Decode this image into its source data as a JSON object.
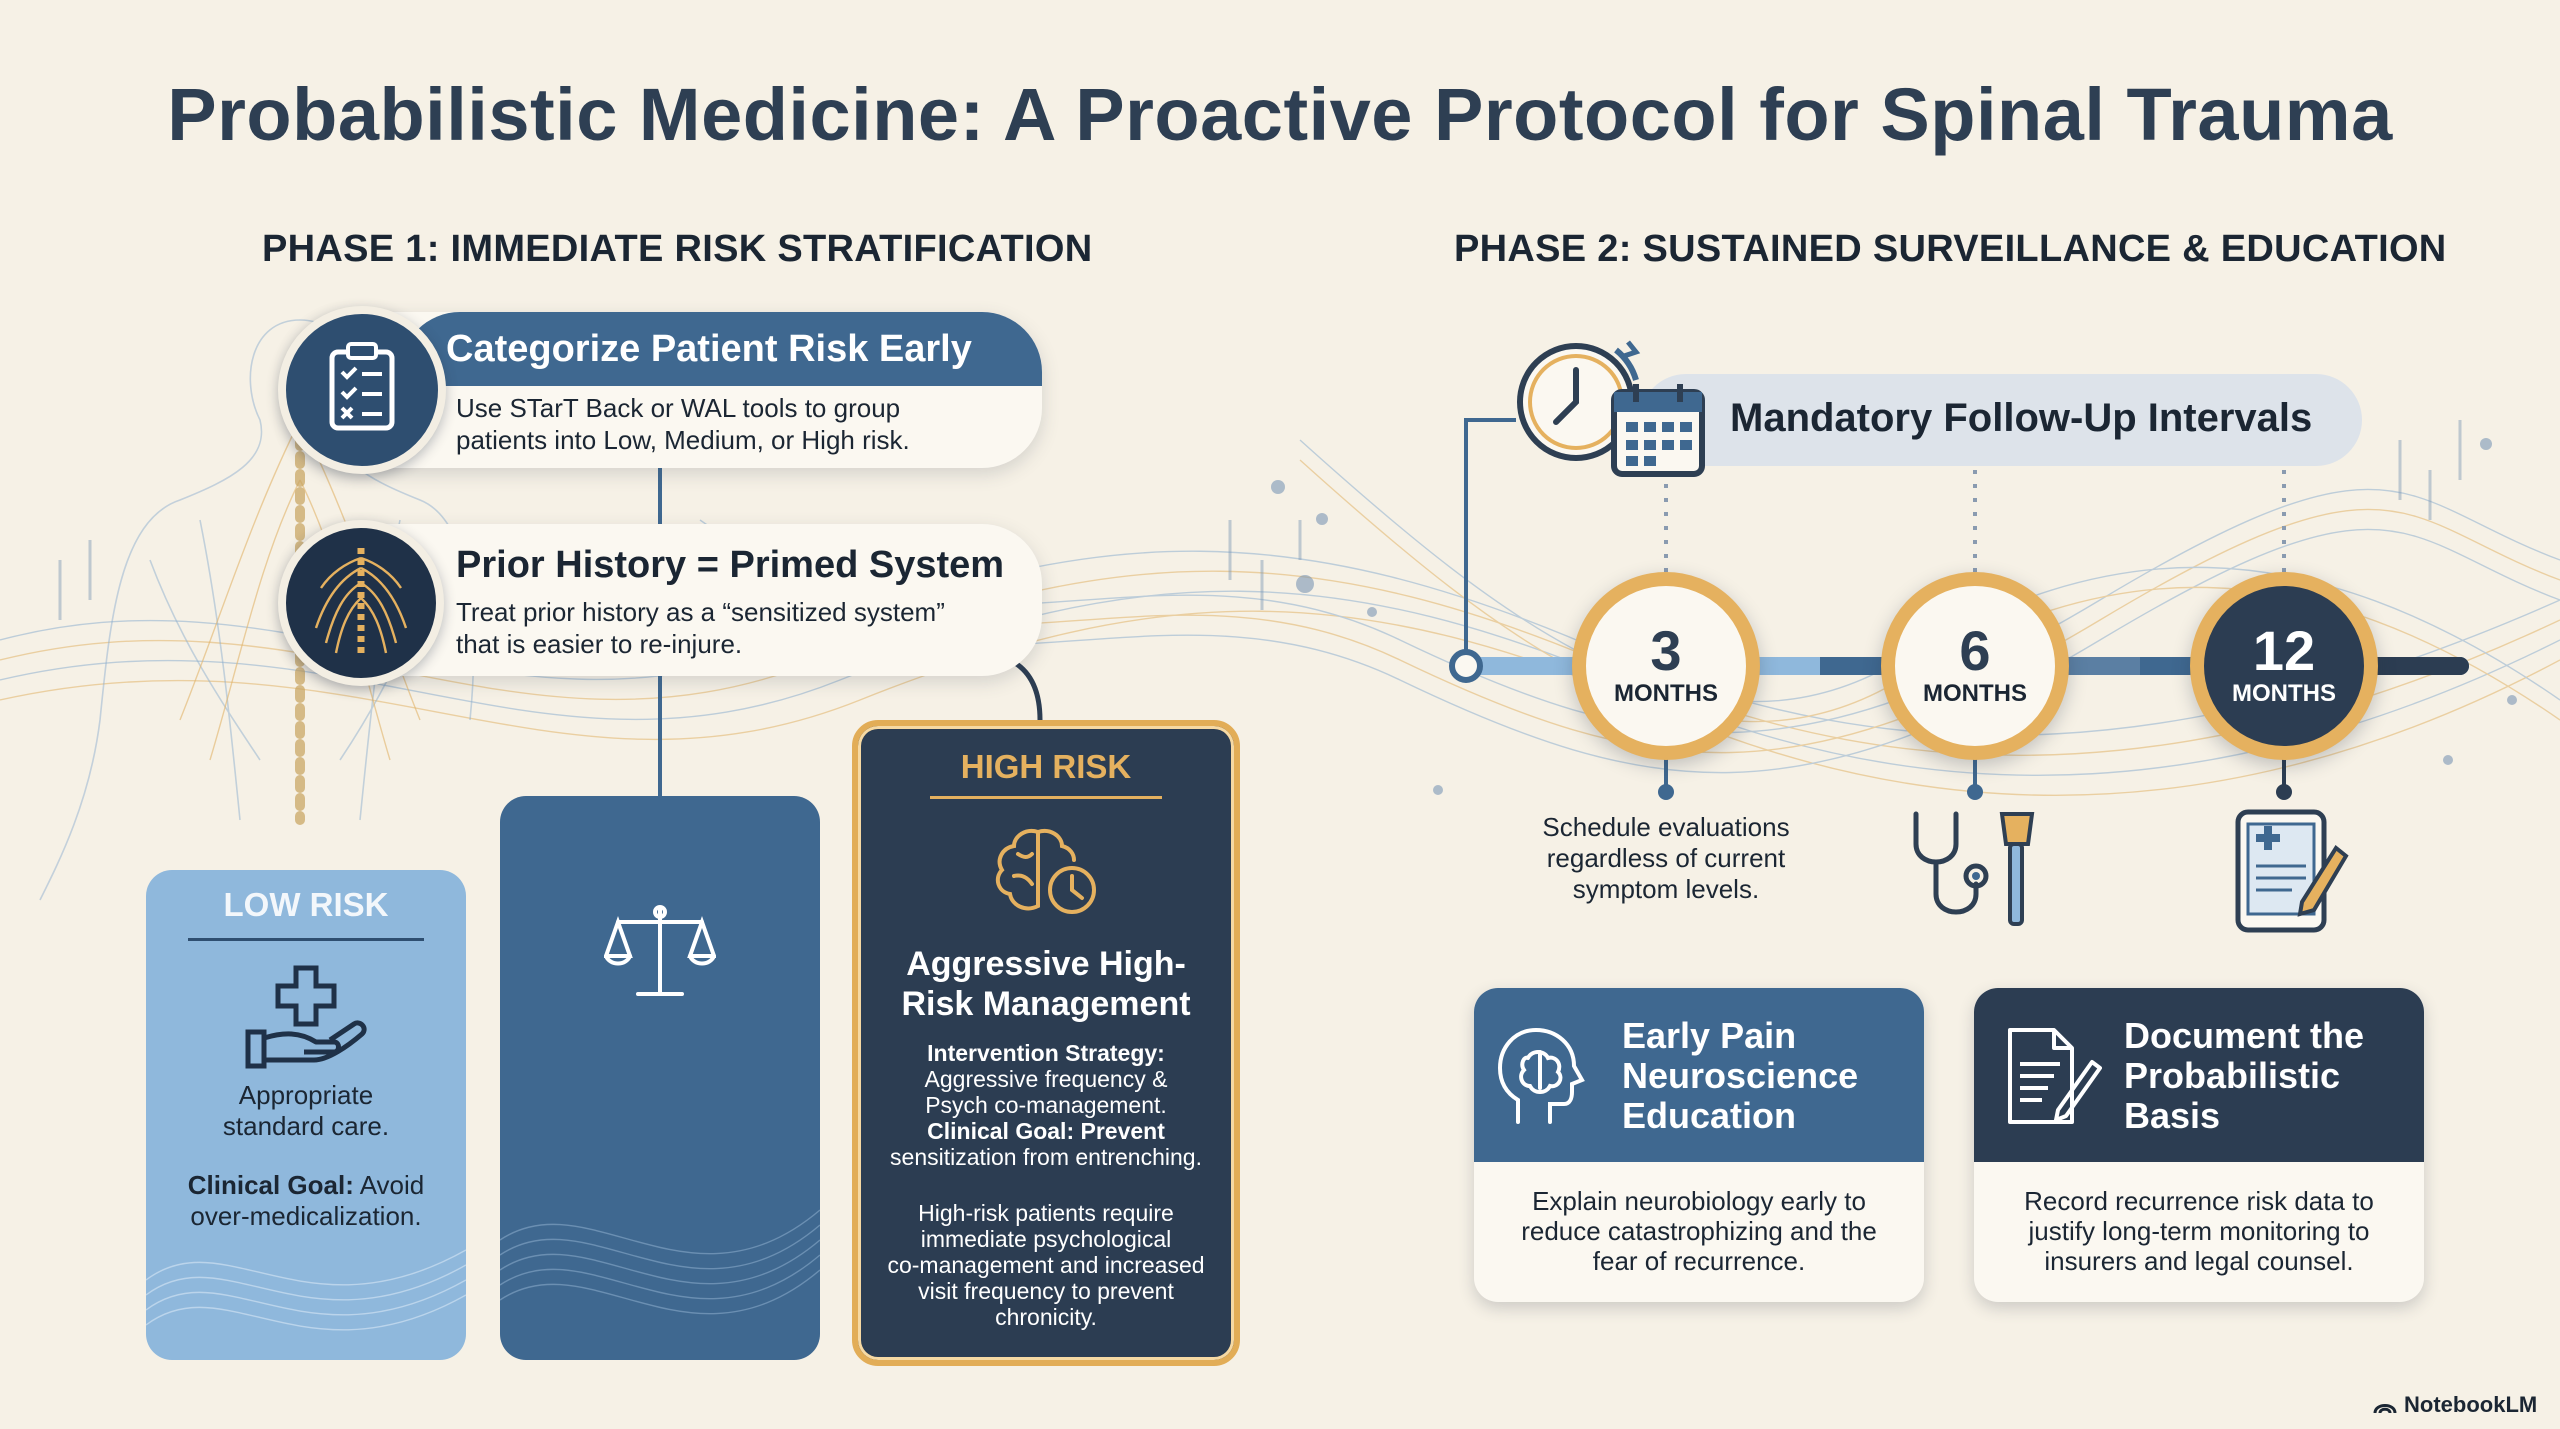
{
  "title": "Probabilistic Medicine: A Proactive Protocol for Spinal Trauma",
  "phase1": {
    "title": "PHASE 1: IMMEDIATE RISK STRATIFICATION",
    "card1": {
      "title": "Categorize Patient Risk Early",
      "text_line1": "Use STarT Back or WAL tools to group",
      "text_line2": "patients into Low, Medium, or High risk.",
      "icon": "clipboard-checklist-icon"
    },
    "card2": {
      "title": "Prior History = Primed System",
      "text_line1": "Treat prior history as a “sensitized system”",
      "text_line2": "that is easier to re-injure.",
      "icon": "spine-nerves-icon"
    },
    "low_risk": {
      "label": "LOW RISK",
      "icon": "hand-medical-cross-icon",
      "line1": "Appropriate",
      "line2": "standard care.",
      "goal_label": "Clinical Goal:",
      "goal_line1": "Avoid",
      "goal_line2": "over-medicalization."
    },
    "medium_risk": {
      "icon": "balance-scale-icon"
    },
    "high_risk": {
      "label": "HIGH RISK",
      "icon": "brain-clock-icon",
      "heading_line1": "Aggressive High-",
      "heading_line2": "Risk Management",
      "strategy_label": "Intervention Strategy:",
      "strategy_line1": "Aggressive frequency &",
      "strategy_line2": "Psych co-management.",
      "goal_label": "Clinical Goal: Prevent",
      "goal_line": "sensitization from entrenching.",
      "note_line1": "High-risk patients require",
      "note_line2": "immediate psychological",
      "note_line3": "co-management and increased",
      "note_line4": "visit frequency to prevent",
      "note_line5": "chronicity."
    }
  },
  "phase2": {
    "title": "PHASE 2: SUSTAINED SURVEILLANCE & EDUCATION",
    "followup_title": "Mandatory Follow-Up Intervals",
    "followup_icons": [
      "clock-icon",
      "calendar-icon"
    ],
    "intervals": [
      {
        "num": "3",
        "unit": "MONTHS"
      },
      {
        "num": "6",
        "unit": "MONTHS"
      },
      {
        "num": "12",
        "unit": "MONTHS"
      }
    ],
    "schedule_line1": "Schedule evaluations",
    "schedule_line2": "regardless of current",
    "schedule_line3": "symptom levels.",
    "interval_icons": [
      "stethoscope-reflex-hammer-icon",
      "tablet-medical-record-icon"
    ],
    "card_education": {
      "title_line1": "Early Pain",
      "title_line2": "Neuroscience",
      "title_line3": "Education",
      "body_line1": "Explain neurobiology early to",
      "body_line2": "reduce catastrophizing and the",
      "body_line3": "fear of recurrence.",
      "icon": "head-brain-icon"
    },
    "card_document": {
      "title_line1": "Document the",
      "title_line2": "Probabilistic",
      "title_line3": "Basis",
      "body_line1": "Record recurrence risk data to",
      "body_line2": "justify long-term monitoring to",
      "body_line3": "insurers and legal counsel.",
      "icon": "document-pen-icon"
    }
  },
  "brand": "NotebookLM",
  "colors": {
    "background": "#f6f1e6",
    "primary_blue": "#3f6890",
    "light_blue": "#8fb8dc",
    "navy": "#2c3d52",
    "gold": "#e5b15f"
  }
}
